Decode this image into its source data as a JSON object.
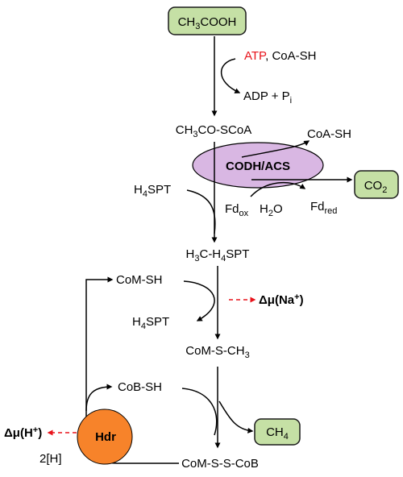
{
  "colors": {
    "black": "#000000",
    "red": "#e8131b",
    "blue": "#1f3ed1",
    "green_fill": "#c5e0a5",
    "green_stroke": "#1a1a1a",
    "purple_fill": "#d9b7e3",
    "orange_fill": "#f7832a"
  },
  "acetate": {
    "main": "CH",
    "sub1": "3",
    "rest": "COOH"
  },
  "atp": "ATP",
  "coa_sep": ", CoA-SH",
  "adp": "ADP + P",
  "adp_sub": "i",
  "acetyl_coa": {
    "main": "CH",
    "sub1": "3",
    "rest": "CO-SCoA"
  },
  "coa_sh_out": "CoA-SH",
  "codh": "CODH/ACS",
  "co2": {
    "main": "CO",
    "sub": "2"
  },
  "h4spt_in": {
    "a": "H",
    "sub": "4",
    "b": "SPT"
  },
  "fd_ox": {
    "main": "Fd",
    "sub": "ox"
  },
  "h2o": {
    "main": "H",
    "sub": "2",
    "rest": "O"
  },
  "fd_red": {
    "main": "Fd",
    "sub": "red"
  },
  "methyl_h4spt": {
    "a": "H",
    "sub1": "3",
    "b": "C-H",
    "sub2": "4",
    "c": "SPT"
  },
  "com_sh": "CoM-SH",
  "na_gradient": "Δμ(Na",
  "na_plus": "+",
  "close_paren": ")",
  "h4spt_out": {
    "a": "H",
    "sub": "4",
    "b": "SPT"
  },
  "methyl_com": {
    "main": "CoM-S-CH",
    "sub": "3"
  },
  "cob_sh": "CoB-SH",
  "h_gradient": "Δμ(H",
  "h_plus": "+",
  "hdr": "Hdr",
  "ch4": {
    "main": "CH",
    "sub": "4"
  },
  "two_h": "2[H]",
  "heterodisulfide": "CoM-S-S-CoB"
}
